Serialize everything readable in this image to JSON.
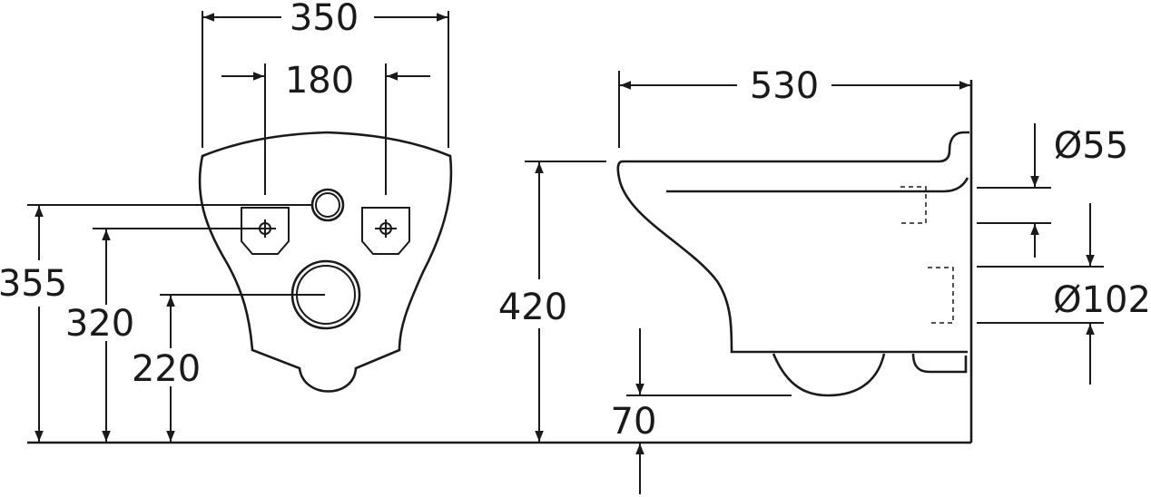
{
  "dimensions": {
    "width_total": "350",
    "width_fixing": "180",
    "height_fixing_top": "355",
    "height_fixing": "320",
    "height_outlet": "220",
    "length": "530",
    "seat_height": "420",
    "bottom_clearance": "70",
    "inlet_diameter": "Ø55",
    "outlet_diameter": "Ø102"
  }
}
